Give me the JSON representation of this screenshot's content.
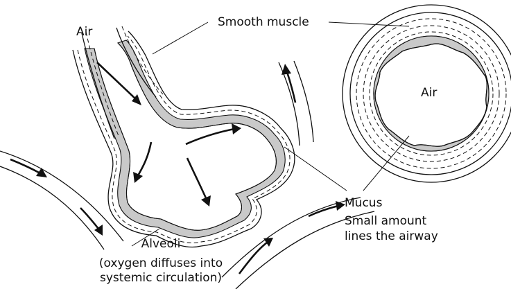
{
  "labels": {
    "air_top": "Air",
    "smooth_muscle": "Smooth muscle",
    "air_cross_section": "Air",
    "mucus": "Mucus",
    "mucus_note_line1": "Small amount",
    "mucus_note_line2": "lines the airway",
    "alveoli": "Alveoli",
    "alveoli_note_line1": "(oxygen diffuses into",
    "alveoli_note_line2": "systemic circulation)"
  },
  "colors": {
    "mucus_fill": "#c9c9c9",
    "line": "#111111",
    "background": "#ffffff"
  }
}
